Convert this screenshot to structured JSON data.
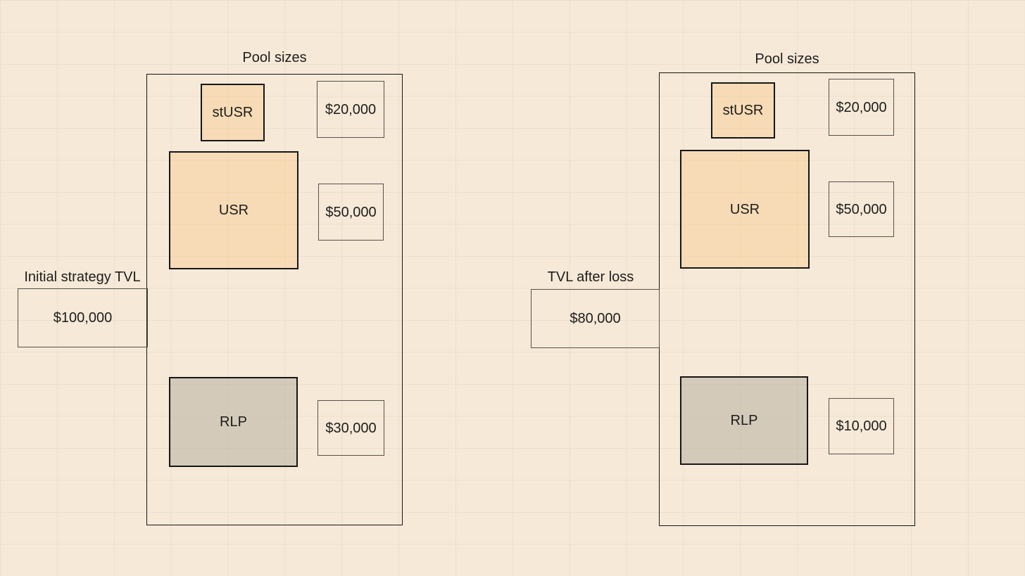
{
  "diagrams": [
    {
      "title": "Pool sizes",
      "tvl_label": "Initial strategy TVL",
      "tvl_value": "$100,000",
      "pools": [
        {
          "name": "stUSR",
          "value": "$20,000"
        },
        {
          "name": "USR",
          "value": "$50,000"
        },
        {
          "name": "RLP",
          "value": "$30,000"
        }
      ]
    },
    {
      "title": "Pool sizes",
      "tvl_label": "TVL after loss",
      "tvl_value": "$80,000",
      "pools": [
        {
          "name": "stUSR",
          "value": "$20,000"
        },
        {
          "name": "USR",
          "value": "$50,000"
        },
        {
          "name": "RLP",
          "value": "$10,000"
        }
      ]
    }
  ],
  "colors": {
    "background": "#f6e9d8",
    "grid_line": "#ecdec9",
    "pool_fill_peach": "#f6dbb6",
    "pool_fill_gray": "#d6ccbc",
    "border_dark": "#161616",
    "value_border": "#55524b",
    "text": "#1d1d1b"
  }
}
